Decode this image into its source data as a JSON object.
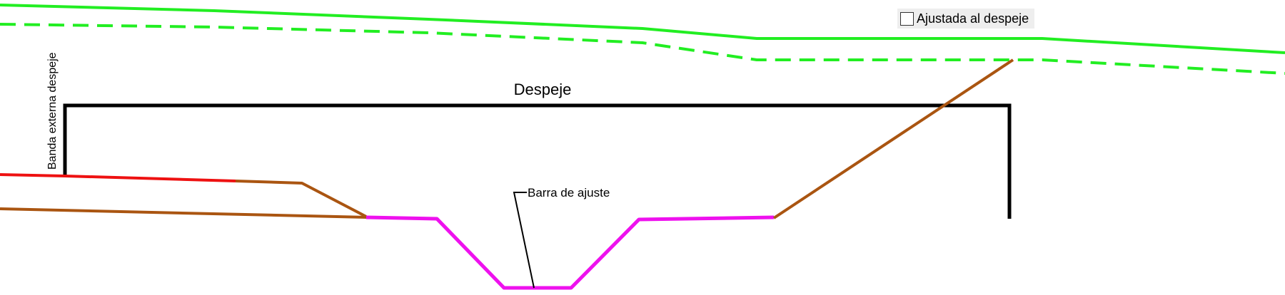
{
  "labels": {
    "despeje": "Despeje",
    "banda_externa": "Banda externa despeje",
    "barra_ajuste": "Barra de ajuste"
  },
  "checkbox": {
    "label": "Ajustada al despeje",
    "checked": false
  },
  "colors": {
    "terrain_solid": "#22ee22",
    "terrain_dashed": "#22ee22",
    "despeje_bracket": "#000000",
    "banda_externa_line": "#ee1111",
    "talud": "#aa5511",
    "subrasante": "#ee11ee",
    "leader": "#000000",
    "checkbox_background": "#eeeeee"
  }
}
